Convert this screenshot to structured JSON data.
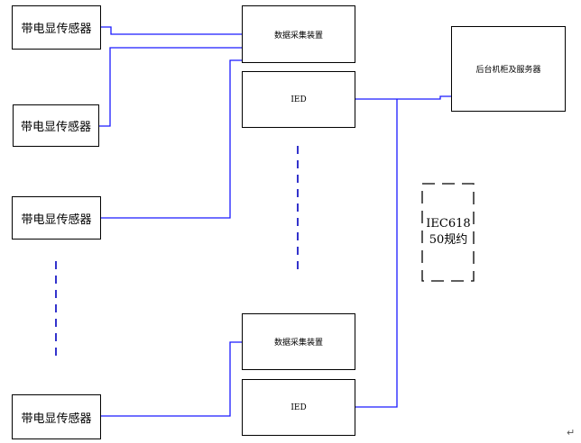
{
  "sensors": [
    {
      "label": "带电显传感器"
    },
    {
      "label": "带电显传感器"
    },
    {
      "label": "带电显传感器"
    },
    {
      "label": "带电显传感器"
    }
  ],
  "collector_top": {
    "label": "数据采集装置"
  },
  "ied_top": {
    "label": "IED"
  },
  "collector_bottom": {
    "label": "数据采集装置"
  },
  "ied_bottom": {
    "label": "IED"
  },
  "server": {
    "label": "后台机柜及服务器"
  },
  "protocol": {
    "line1": "IEC618",
    "line2": "50规约"
  },
  "colors": {
    "line": "#1a1aff",
    "border": "#000000",
    "dash": "#3333cc"
  },
  "end_mark": "↵"
}
